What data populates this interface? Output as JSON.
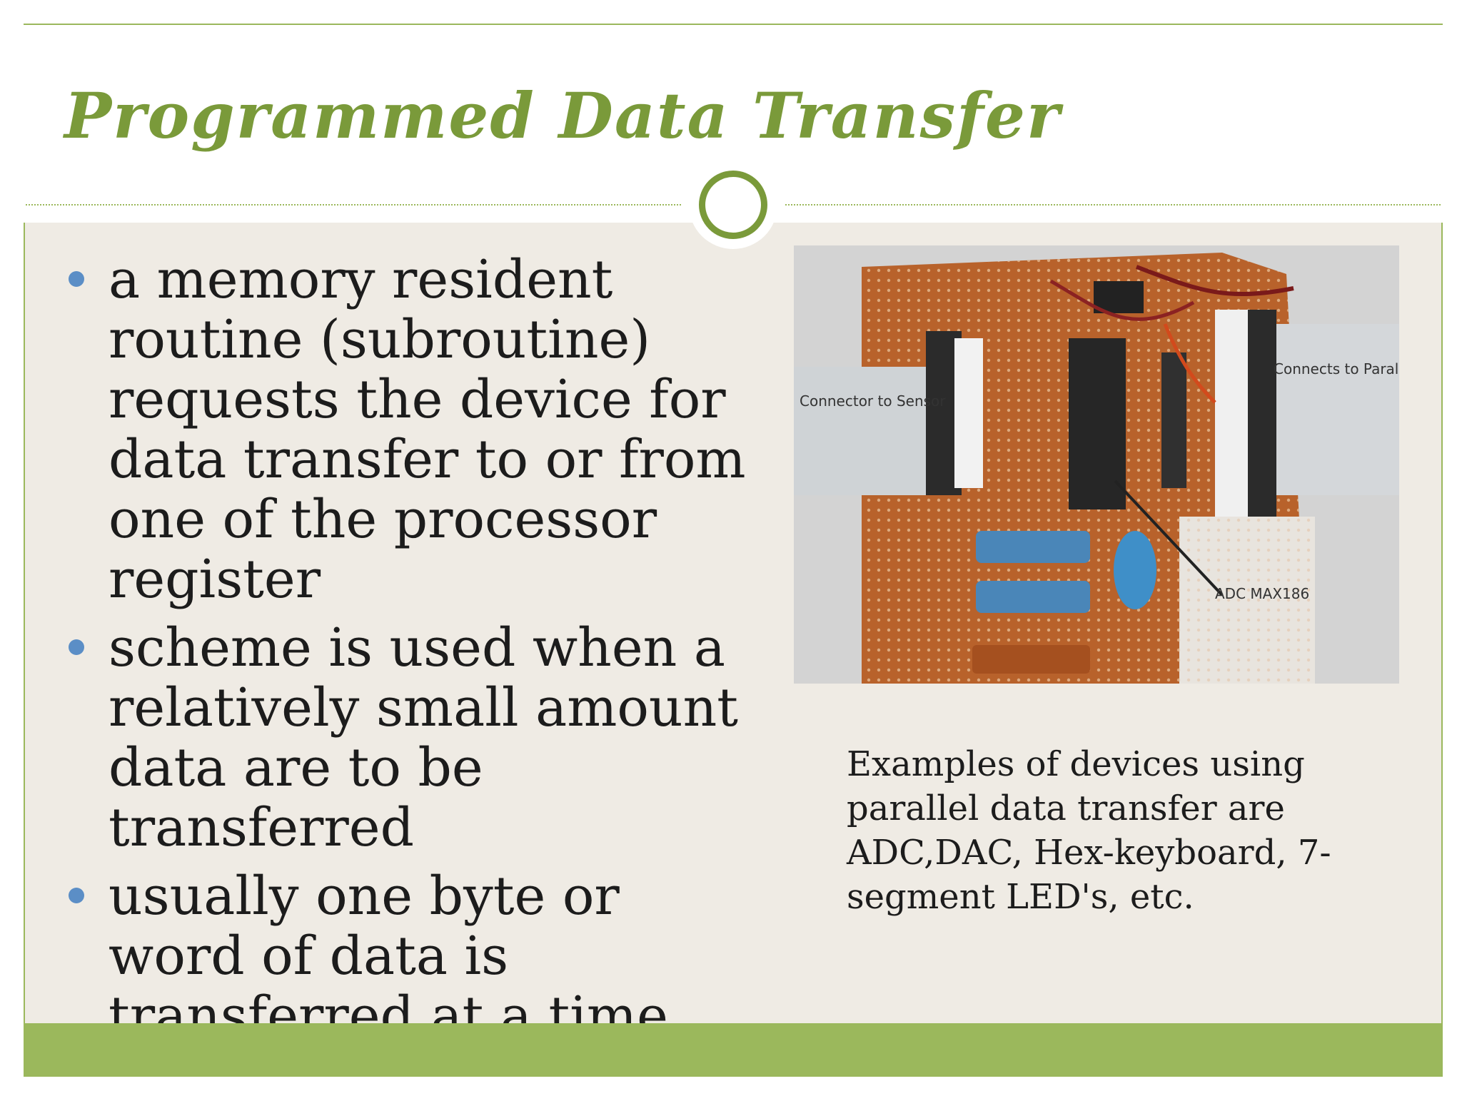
{
  "slide": {
    "title": "Programmed Data Transfer",
    "bullets": [
      "a memory resident routine (subroutine) requests the device for data transfer to or from one of the processor register",
      "scheme is used when a relatively small amount data are to be transferred",
      "usually one byte or word of data is transferred at a time"
    ],
    "caption": "Examples of devices using parallel data transfer are ADC,DAC, Hex-keyboard, 7-segment LED's, etc.",
    "photo_labels": {
      "left": "Connector to Sensor",
      "right": "Connects to Parallel port",
      "chip": "ADC MAX186"
    }
  },
  "colors": {
    "title_green": "#7a9a3a",
    "accent_green": "#9bb85c",
    "bullet_blue": "#5b8ec6",
    "content_background": "#efebe4",
    "text": "#1c1c1c"
  }
}
